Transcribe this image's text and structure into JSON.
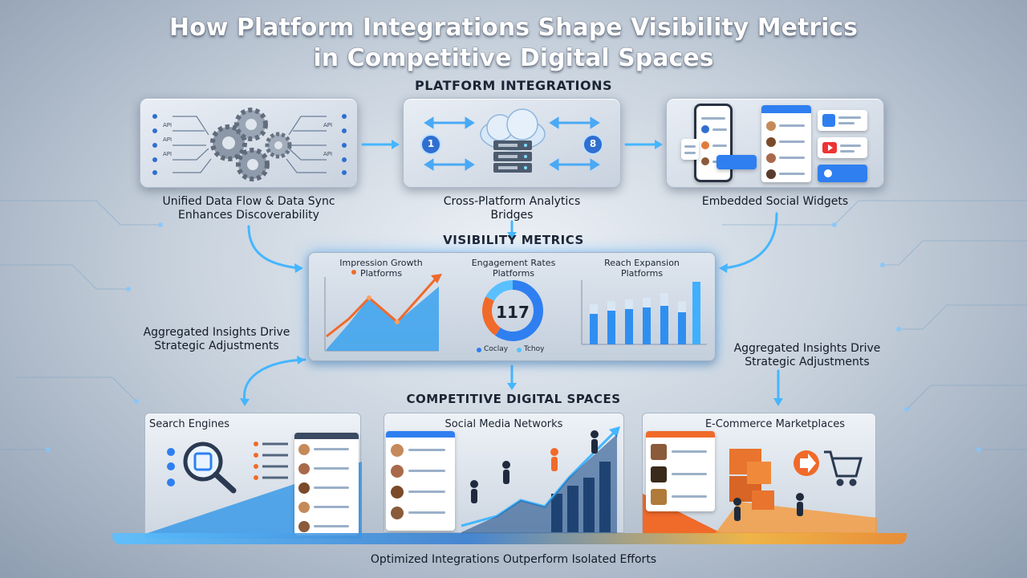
{
  "title_line1": "How Platform Integrations Shape Visibility Metrics",
  "title_line2": "in Competitive Digital Spaces",
  "sections": {
    "platform_integrations": "PLATFORM INTEGRATIONS",
    "visibility_metrics": "VISIBILITY METRICS",
    "competitive_spaces": "COMPETITIVE DIGITAL SPACES"
  },
  "integrations": {
    "data_flow_caption_1": "Unified Data Flow & Data Sync",
    "data_flow_caption_2": "Enhances Discoverability",
    "api_labels": [
      "API",
      "API",
      "API",
      "API",
      "API"
    ],
    "analytics_caption_1": "Cross-Platform Analytics",
    "analytics_caption_2": "Bridges",
    "bridge_left_number": "1",
    "bridge_right_number": "8",
    "widgets_caption": "Embedded Social Widgets"
  },
  "metrics": {
    "impression_title": "Impression Growth",
    "impression_sub": "Platforms",
    "engagement_title": "Engagement Rates",
    "engagement_sub": "Platforms",
    "engagement_value": "117",
    "legend_1": "Coclay",
    "legend_2": "Tchoy",
    "reach_title": "Reach Expansion",
    "reach_sub": "Platforms"
  },
  "side_notes": {
    "left_1": "Aggregated Insights Drive",
    "left_2": "Strategic Adjustments",
    "right_1": "Aggregated Insights Drive",
    "right_2": "Strategic Adjustments"
  },
  "spaces": {
    "search": "Search Engines",
    "social": "Social Media Networks",
    "ecommerce": "E-Commerce Marketplaces"
  },
  "footer": "Optimized Integrations Outperform Isolated Efforts",
  "colors": {
    "accent_blue": "#2f8ff0",
    "glow_blue": "#5bc0ff",
    "orange": "#f06a2a",
    "title_white": "#ffffff"
  }
}
